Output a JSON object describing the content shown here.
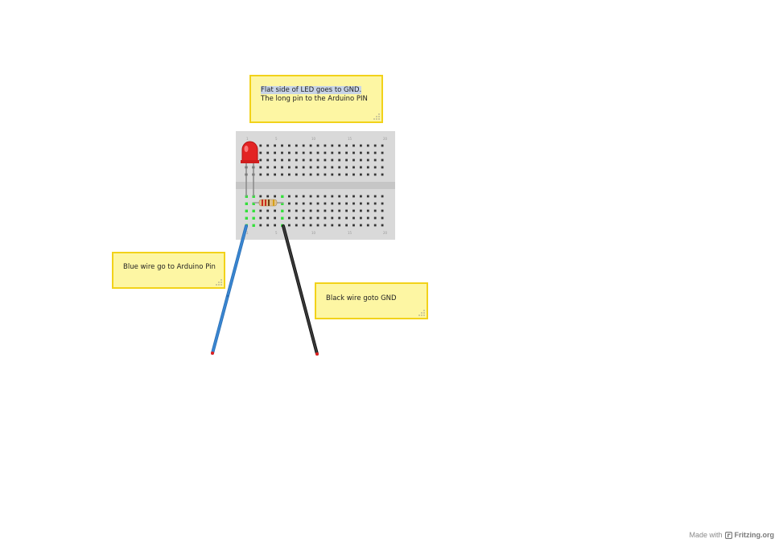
{
  "notes": {
    "led": {
      "line1": "Flat side of LED goes to GND.",
      "line2": "The long pin to the Arduino PIN"
    },
    "blue_wire": {
      "text": "Blue wire go to Arduino Pin"
    },
    "black_wire": {
      "text": "Black wire goto GND"
    }
  },
  "breadboard": {
    "column_numbers": [
      "1",
      "5",
      "10",
      "15",
      "20"
    ],
    "colors": {
      "board": "#d9d9d9",
      "hole": "#333333",
      "connected_hole": "#33e03a",
      "led": "#e32424",
      "blue_wire": "#3a86d1",
      "black_wire": "#2b2b2b"
    }
  },
  "footer": {
    "made_with": "Made with",
    "brand": "Fritzing.org"
  }
}
